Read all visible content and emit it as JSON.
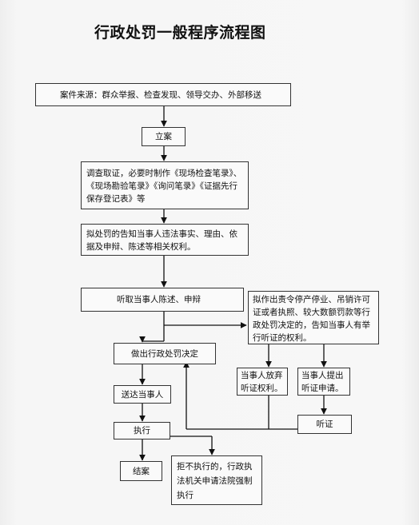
{
  "title": "行政处罚一般程序流程图",
  "nodes": {
    "source": "案件来源：群众举报、检查发现、领导交办、外部移送",
    "register": "立案",
    "investigate": "调查取证，必要时制作《现场检查笔录》、《现场勘验笔录》《询问笔录》《证据先行保存登记表》等",
    "notify": "拟处罚的告知当事人违法事实、理由、依据及申辩、陈述等相关权利。",
    "statement": "听取当事人陈述、申辩",
    "hearing_notice": "拟作出责令停产停业、吊销许可证或者执照、较大数额罚款等行政处罚决定的，告知当事人有举行听证的权利。",
    "decision": "做出行政处罚决定",
    "waive": "当事人放弃听证权利。",
    "request": "当事人提出听证申请。",
    "deliver": "送达当事人",
    "hearing": "听证",
    "execute": "执行",
    "close": "结案",
    "enforce": "拒不执行的，行政执法机关申请法院强制执行"
  }
}
